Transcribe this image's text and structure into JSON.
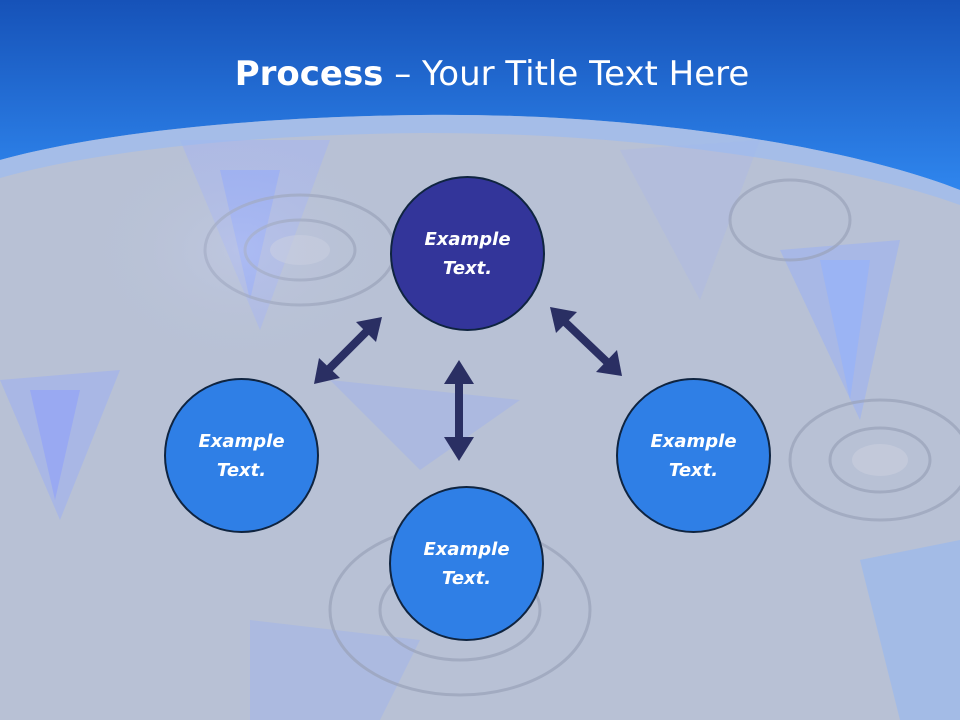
{
  "title": {
    "bold": "Process",
    "rest": " – Your Title Text Here"
  },
  "nodes": {
    "top": "Example Text.",
    "left": "Example Text.",
    "right": "Example Text.",
    "bottom": "Example Text."
  },
  "colors": {
    "header_blue": "#1f66d6",
    "center_node": "#33359a",
    "outer_node": "#2f7fe6",
    "arrow": "#2a2f63"
  }
}
